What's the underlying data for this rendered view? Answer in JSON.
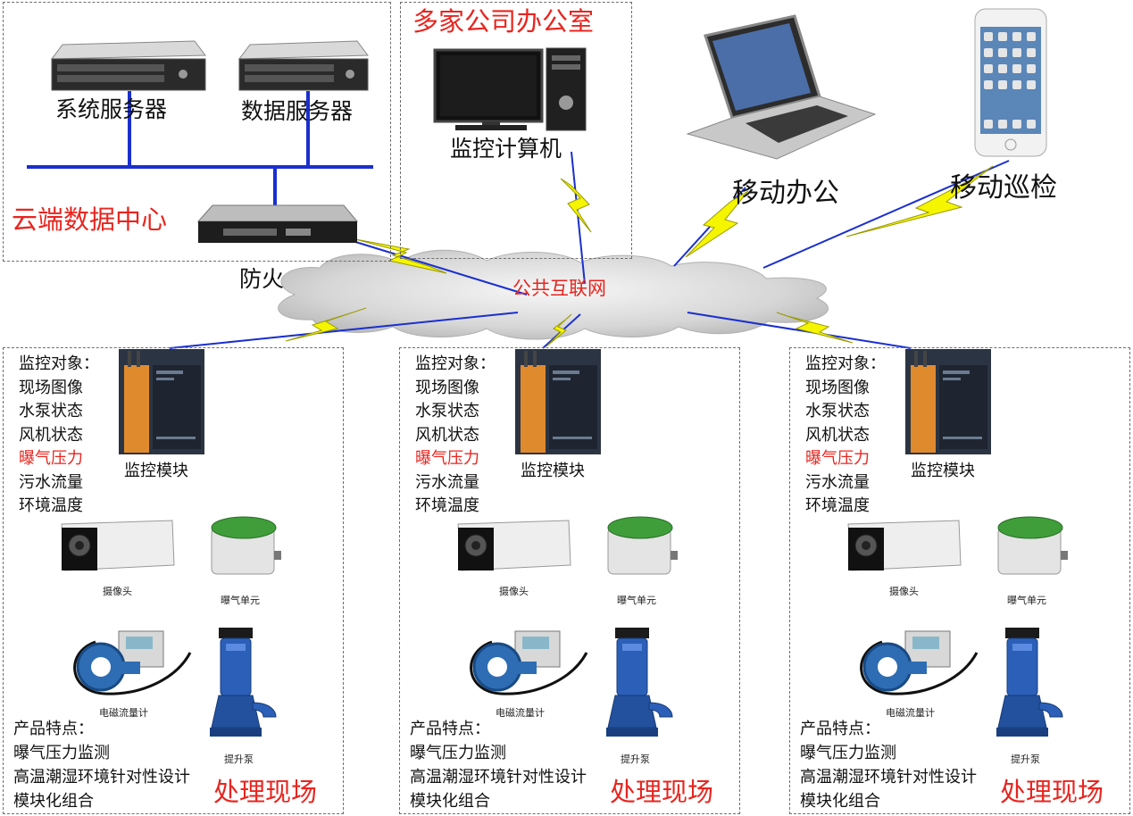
{
  "cloud_center": {
    "title": "云端数据中心",
    "system_server": "系统服务器",
    "data_server": "数据服务器",
    "firewall": "防火"
  },
  "office": {
    "title": "多家公司办公室",
    "computer": "监控计算机"
  },
  "mobile": {
    "office": "移动办公",
    "inspection": "移动巡检"
  },
  "internet": "公共互联网",
  "site": {
    "monitor_title": "监控对象：",
    "monitor_items": [
      "现场图像",
      "水泵状态",
      "风机状态",
      "曝气压力",
      "污水流量",
      "环境温度"
    ],
    "module": "监控模块",
    "camera": "摄像头",
    "aerator": "曝气单元",
    "flowmeter": "电磁流量计",
    "pump": "提升泵",
    "features_title": "产品特点：",
    "features": [
      "曝气压力监测",
      "高温潮湿环境针对性设计",
      "模块化组合"
    ],
    "name": "处理现场"
  },
  "colors": {
    "red_text": "#e8251f",
    "link_blue": "#1a2fcf",
    "bolt_yellow": "#f5f500",
    "cloud_gray": "#cfcfcf"
  }
}
